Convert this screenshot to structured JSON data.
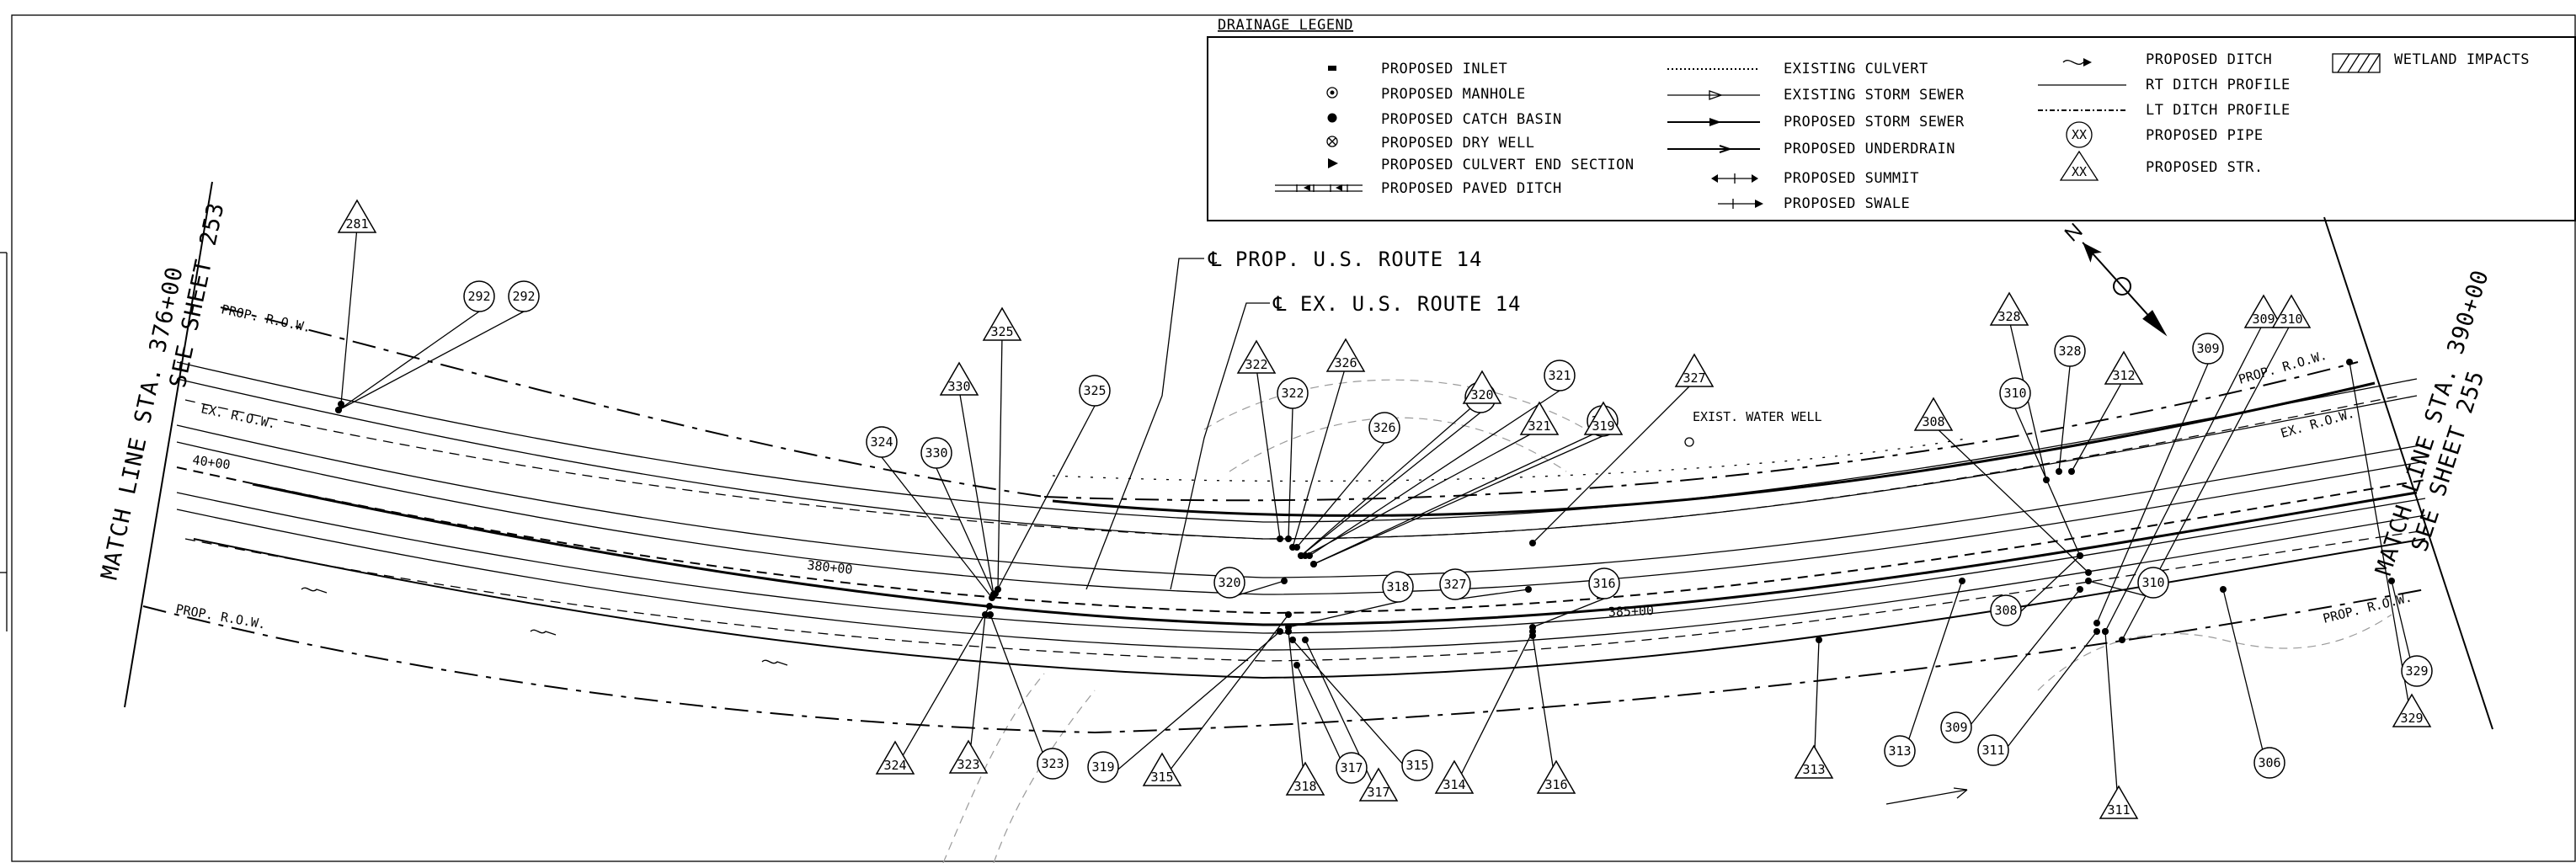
{
  "legend": {
    "title": "DRAINAGE LEGEND",
    "col1": [
      "PROPOSED INLET",
      "PROPOSED MANHOLE",
      "PROPOSED CATCH BASIN",
      "PROPOSED DRY WELL",
      "PROPOSED CULVERT END SECTION",
      "PROPOSED PAVED DITCH"
    ],
    "col2": [
      "EXISTING CULVERT",
      "EXISTING STORM SEWER",
      "PROPOSED STORM SEWER",
      "PROPOSED UNDERDRAIN",
      "PROPOSED SUMMIT",
      "PROPOSED SWALE"
    ],
    "col3": [
      "PROPOSED DITCH",
      "RT DITCH PROFILE",
      "LT DITCH PROFILE",
      "PROPOSED PIPE",
      "PROPOSED STR."
    ],
    "col4": [
      "WETLAND IMPACTS"
    ],
    "pipe_symbol": "XX",
    "str_symbol": "XX"
  },
  "plan": {
    "prop_route": "℄ PROP. U.S. ROUTE 14",
    "ex_route": "℄ EX. U.S. ROUTE 14",
    "water_well": "EXIST. WATER WELL",
    "match_left_1": "MATCH LINE STA. 376+00",
    "match_left_2": "SEE SHEET 253",
    "match_right_1": "MATCH LINE STA. 390+00",
    "match_right_2": "SEE SHEET 255",
    "row_labels": [
      "PROP. R.O.W.",
      "EX. R.O.W.",
      "PROP. R.O.W.",
      "PROP. R.O.W.",
      "EX. R.O.W.",
      "PROP. R.O.W."
    ],
    "station_labels": [
      "40+00",
      "380+00",
      "385+00"
    ],
    "pipes": [
      "292",
      "292",
      "325",
      "324",
      "330",
      "322",
      "326",
      "320",
      "321",
      "319",
      "310",
      "328",
      "309",
      "310",
      "308",
      "320",
      "318",
      "327",
      "316",
      "323",
      "319",
      "317",
      "315",
      "313",
      "309",
      "311",
      "306",
      "329"
    ],
    "structures": [
      "281",
      "325",
      "330",
      "322",
      "326",
      "320",
      "321",
      "319",
      "327",
      "328",
      "312",
      "308",
      "309",
      "310",
      "324",
      "323",
      "315",
      "318",
      "317",
      "314",
      "316",
      "313",
      "311",
      "329"
    ]
  },
  "colors": {
    "line": "#000000",
    "existing": "#9a9a9a",
    "background": "#ffffff"
  }
}
